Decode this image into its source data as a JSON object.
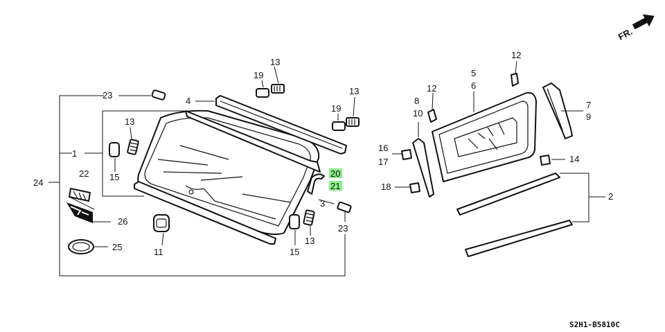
{
  "diagram": {
    "callouts": {
      "c1": "1",
      "c2": "2",
      "c3": "3",
      "c4": "4",
      "c5": "5",
      "c6": "6",
      "c7": "7",
      "c8": "8",
      "c9": "9",
      "c10": "10",
      "c11": "11",
      "c12a": "12",
      "c12b": "12",
      "c13a": "13",
      "c13b": "13",
      "c13c": "13",
      "c13d": "13",
      "c14": "14",
      "c15a": "15",
      "c15b": "15",
      "c16": "16",
      "c17": "17",
      "c18": "18",
      "c19a": "19",
      "c19b": "19",
      "c20": "20",
      "c21": "21",
      "c22": "22",
      "c23a": "23",
      "c23b": "23",
      "c24": "24",
      "c25": "25",
      "c26": "26"
    },
    "direction_label": "FR.",
    "figure_code": "S2H1-B5810C",
    "highlight_color": "#8bf08b"
  }
}
